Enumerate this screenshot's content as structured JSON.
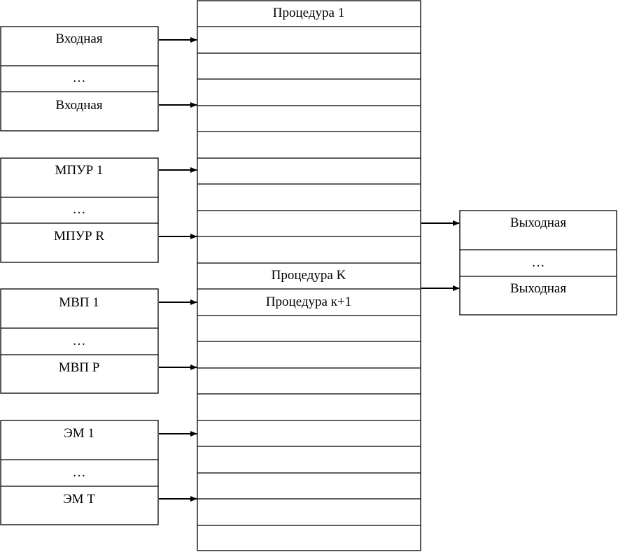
{
  "input_groups": [
    {
      "top": "Входная",
      "mid": "…",
      "bottom": "Входная"
    },
    {
      "top": "МПУР 1",
      "mid": "…",
      "bottom": "МПУР R"
    },
    {
      "top": "МВП 1",
      "mid": "…",
      "bottom": "МВП P"
    },
    {
      "top": "ЭМ 1",
      "mid": "…",
      "bottom": "ЭМ T"
    }
  ],
  "procedures": {
    "first": "Процедура 1",
    "k": "Процедура K",
    "k_plus_1": "Процедура к+1"
  },
  "output_group": {
    "top": "Выходная",
    "mid": "…",
    "bottom": "Выходная"
  }
}
